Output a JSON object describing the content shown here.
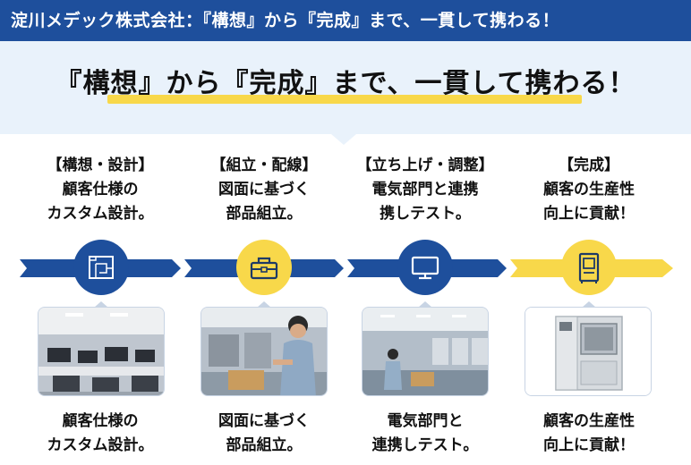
{
  "header": {
    "text": "淀川メデック株式会社：『構想』から『完成』まで、一貫して携わる！"
  },
  "hero": {
    "title": "『構想』から『完成』まで、一貫して携わる！"
  },
  "steps": [
    {
      "heading": "【構想・設計】",
      "lines": [
        "顧客仕様の",
        "カスタム設計。"
      ],
      "caption": [
        "顧客仕様の",
        "カスタム設計。"
      ],
      "icon": "blueprint-icon"
    },
    {
      "heading": "【組立・配線】",
      "lines": [
        "図面に基づく",
        "部品組立。"
      ],
      "caption": [
        "図面に基づく",
        "部品組立。"
      ],
      "icon": "toolbox-icon"
    },
    {
      "heading": "【立ち上げ・調整】",
      "lines": [
        "電気部門と連携",
        "携しテスト。"
      ],
      "caption": [
        "電気部門と",
        "連携しテスト。"
      ],
      "icon": "monitor-icon"
    },
    {
      "heading": "【完成】",
      "lines": [
        "顧客の生産性",
        "向上に貢献！"
      ],
      "caption": [
        "顧客の生産性",
        "向上に貢献！"
      ],
      "icon": "machine-icon"
    }
  ],
  "colors": {
    "brand_blue": "#1e4f9c",
    "accent_yellow": "#f8d84a",
    "hero_bg": "#e9f2fb"
  }
}
